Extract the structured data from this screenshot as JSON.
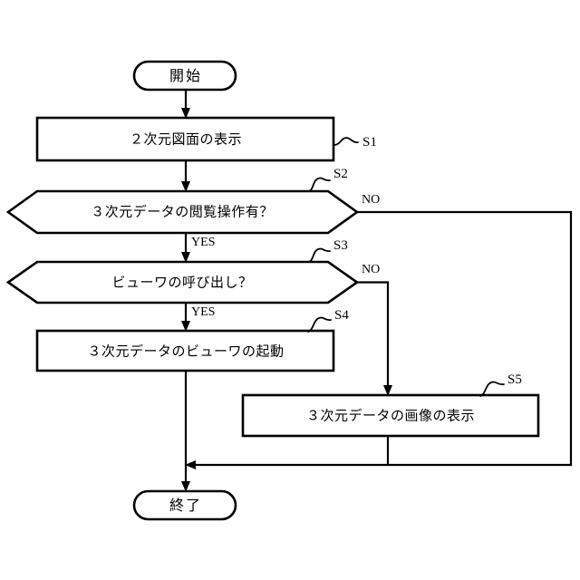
{
  "diagram": {
    "title": "3D data viewing flowchart",
    "background_color": "#ffffff",
    "line_color": "#000000",
    "nodes": {
      "start": {
        "text": "開始",
        "type": "terminator"
      },
      "s1": {
        "text": "２次元図面の表示",
        "type": "process",
        "step": "S1"
      },
      "s2": {
        "text": "３次元データの閲覧操作有？",
        "type": "decision",
        "step": "S2"
      },
      "s3": {
        "text": "ビューワの呼び出し？",
        "type": "decision",
        "step": "S3"
      },
      "s4": {
        "text": "３次元データのビューワの起動",
        "type": "process",
        "step": "S4"
      },
      "s5": {
        "text": "３次元データの画像の表示",
        "type": "process",
        "step": "S5"
      },
      "end": {
        "text": "終了",
        "type": "terminator"
      }
    },
    "branch_labels": {
      "s2_no": "NO",
      "s2_yes": "YES",
      "s3_no": "NO",
      "s3_yes": "YES"
    },
    "step_labels": {
      "s1": "S1",
      "s2": "S2",
      "s3": "S3",
      "s4": "S4",
      "s5": "S5"
    }
  }
}
